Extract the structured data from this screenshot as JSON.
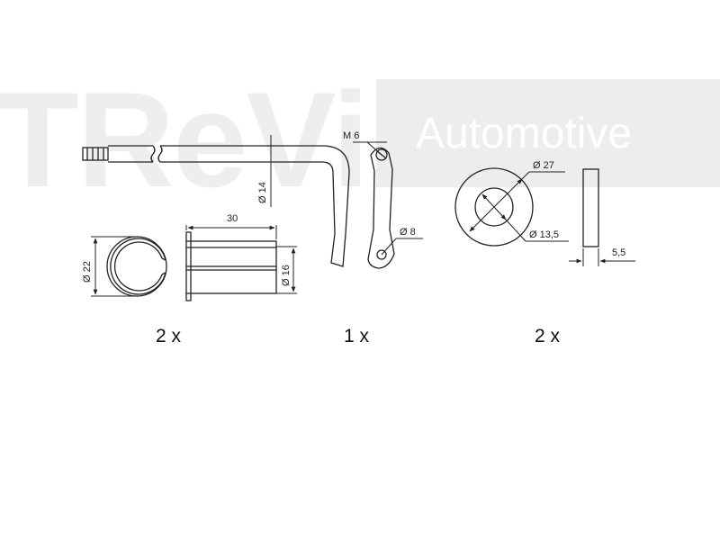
{
  "watermark": {
    "brand_letters": "TReVi",
    "band_text": "Automotive"
  },
  "dimensions": {
    "pin_diameter": "Ø 14",
    "thread": "M 6",
    "hole_diameter": "Ø 8",
    "bushing_outer_diameter": "Ø 22",
    "bushing_length": "30",
    "bushing_inner_diameter": "Ø 16",
    "washer_outer_diameter": "Ø 27",
    "washer_inner_diameter": "Ø 13,5",
    "washer_thickness": "5,5"
  },
  "quantities": {
    "bushing": "2 x",
    "pin": "1 x",
    "washer": "2 x"
  }
}
